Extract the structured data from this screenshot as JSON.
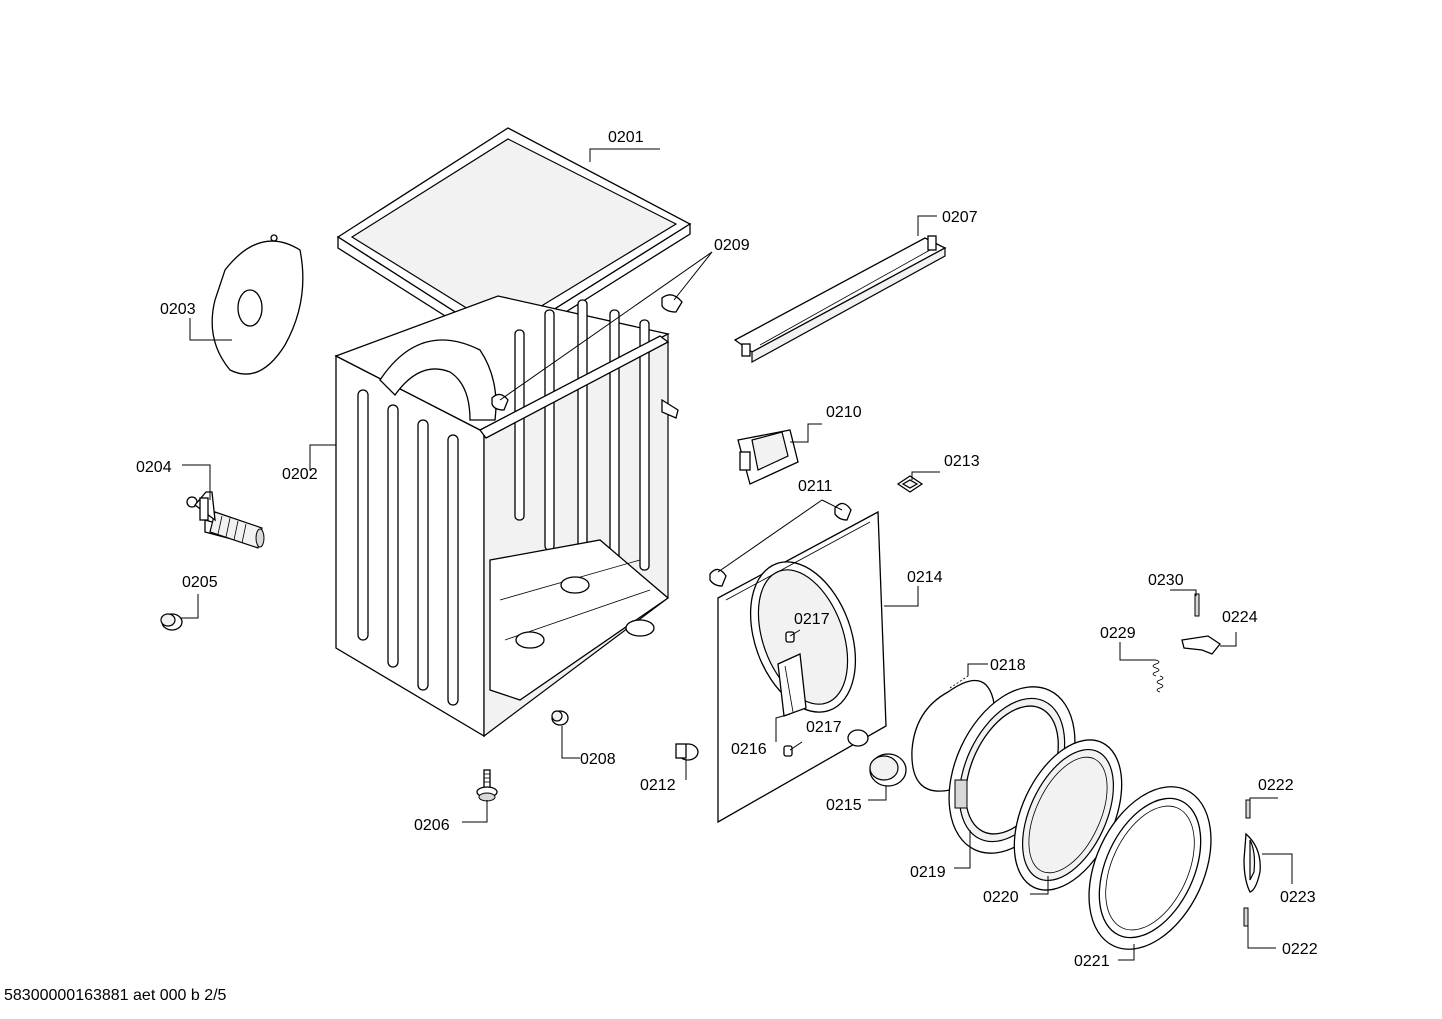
{
  "labels": {
    "p0201": "0201",
    "p0202": "0202",
    "p0203": "0203",
    "p0204": "0204",
    "p0205": "0205",
    "p0206": "0206",
    "p0207": "0207",
    "p0208": "0208",
    "p0209": "0209",
    "p0210": "0210",
    "p0211": "0211",
    "p0212": "0212",
    "p0213": "0213",
    "p0214": "0214",
    "p0215": "0215",
    "p0216": "0216",
    "p0217a": "0217",
    "p0217b": "0217",
    "p0218": "0218",
    "p0219": "0219",
    "p0220": "0220",
    "p0221": "0221",
    "p0222a": "0222",
    "p0222b": "0222",
    "p0223": "0223",
    "p0224": "0224",
    "p0229": "0229",
    "p0230": "0230"
  },
  "footer": {
    "doc_id": "58300000163881 aet 000 b 2/5"
  }
}
